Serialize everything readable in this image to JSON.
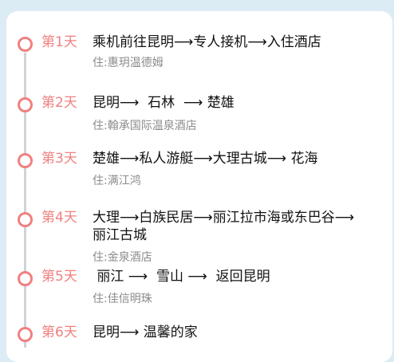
{
  "itinerary": {
    "days": [
      {
        "label": "第1天",
        "route": "乘机前往昆明⟶专人接机⟶入住酒店",
        "stay": "住:惠玥温德姆"
      },
      {
        "label": "第2天",
        "route": "昆明⟶  石林  ⟶ 楚雄",
        "stay": "住:翰承国际温泉酒店"
      },
      {
        "label": "第3天",
        "route": "楚雄⟶私人游艇⟶大理古城⟶ 花海",
        "stay": "住:满江鸿"
      },
      {
        "label": "第4天",
        "route": "大理⟶白族民居⟶丽江拉市海或东巴谷⟶丽江古城",
        "stay": "住:金泉酒店"
      },
      {
        "label": "第5天",
        "route": " 丽江 ⟶  雪山 ⟶  返回昆明",
        "stay": "住:佳信明珠"
      },
      {
        "label": "第6天",
        "route": "昆明⟶ 温馨的家",
        "stay": ""
      }
    ]
  },
  "colors": {
    "accent": "#f08080",
    "text": "#111111",
    "subtext": "#8b8b8b",
    "timeline": "#cfd3d8",
    "background": "#dcecf5"
  }
}
